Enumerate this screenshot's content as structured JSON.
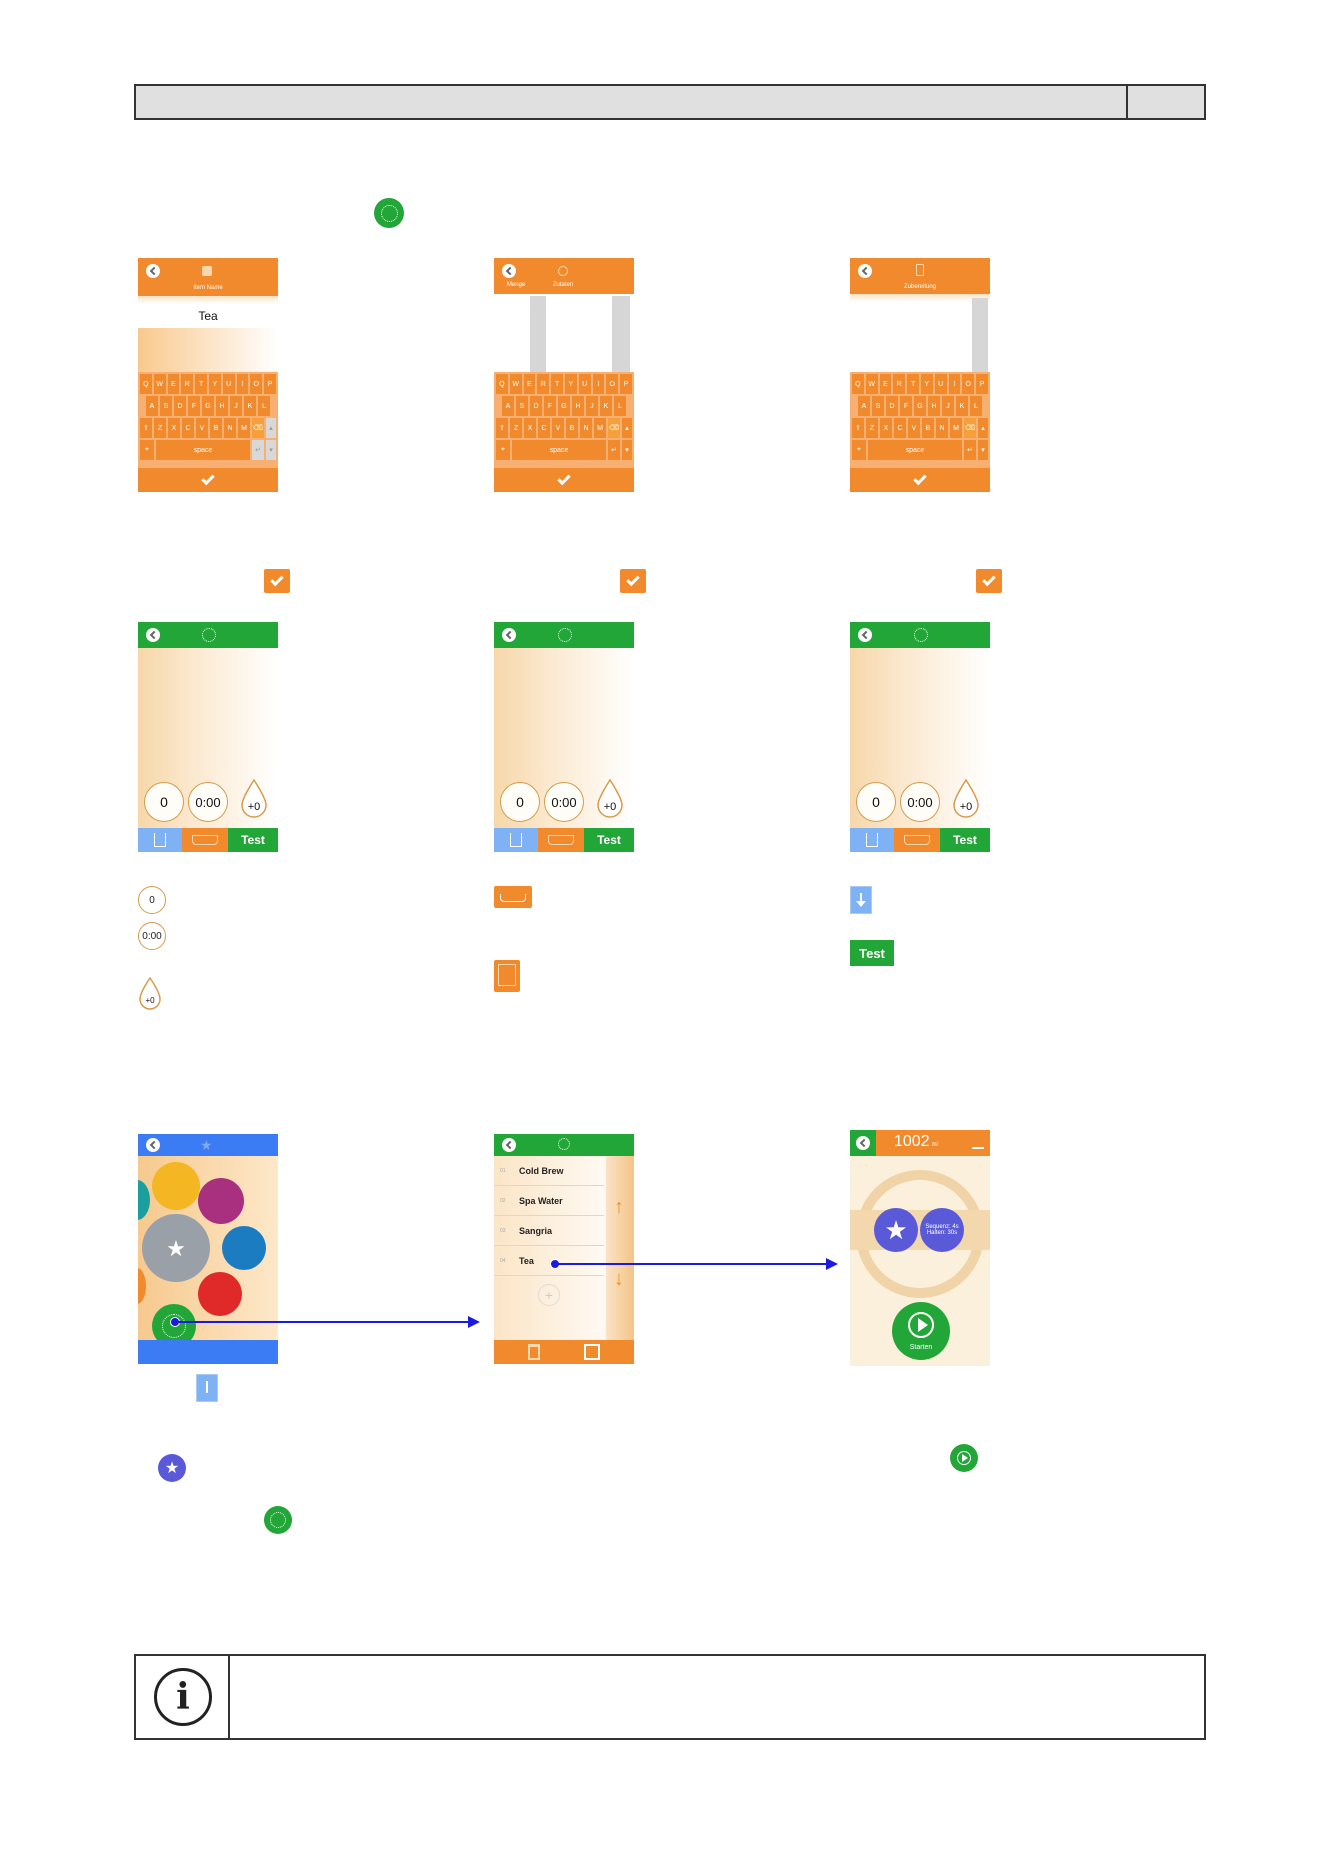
{
  "keyboard": {
    "row1": [
      "Q",
      "W",
      "E",
      "R",
      "T",
      "Y",
      "U",
      "I",
      "O",
      "P"
    ],
    "row2": [
      "A",
      "S",
      "D",
      "F",
      "G",
      "H",
      "J",
      "K",
      "L"
    ],
    "row3": [
      "Z",
      "X",
      "C",
      "V",
      "B",
      "N",
      "M"
    ],
    "space": "space"
  },
  "screen_name": {
    "label": "Item Name",
    "value": "Tea"
  },
  "screen_ingredients": {
    "col1": "Menge",
    "col2": "Zutaten"
  },
  "screen_prep": {
    "label": "Zubereitung"
  },
  "editor": {
    "ring1": "0",
    "ring2": "0:00",
    "drop": "+0",
    "test": "Test"
  },
  "legend": {
    "ring1": "0",
    "ring2": "0:00",
    "drop": "+0",
    "test": "Test"
  },
  "list": {
    "items": [
      {
        "num": "01",
        "label": "Cold Brew"
      },
      {
        "num": "02",
        "label": "Spa Water"
      },
      {
        "num": "03",
        "label": "Sangria"
      },
      {
        "num": "04",
        "label": "Tea"
      }
    ],
    "add": "+"
  },
  "brew": {
    "count": "1002",
    "unit": "ml",
    "seq_line1": "Sequenz: 4s",
    "seq_line2": "Halten: 30s",
    "start": "Starten"
  },
  "colors": {
    "orange": "#f08a2c",
    "green": "#23a638",
    "blue": "#3b7cf5",
    "arrow": "#1a1ae0",
    "star": "#5a5ad8"
  }
}
